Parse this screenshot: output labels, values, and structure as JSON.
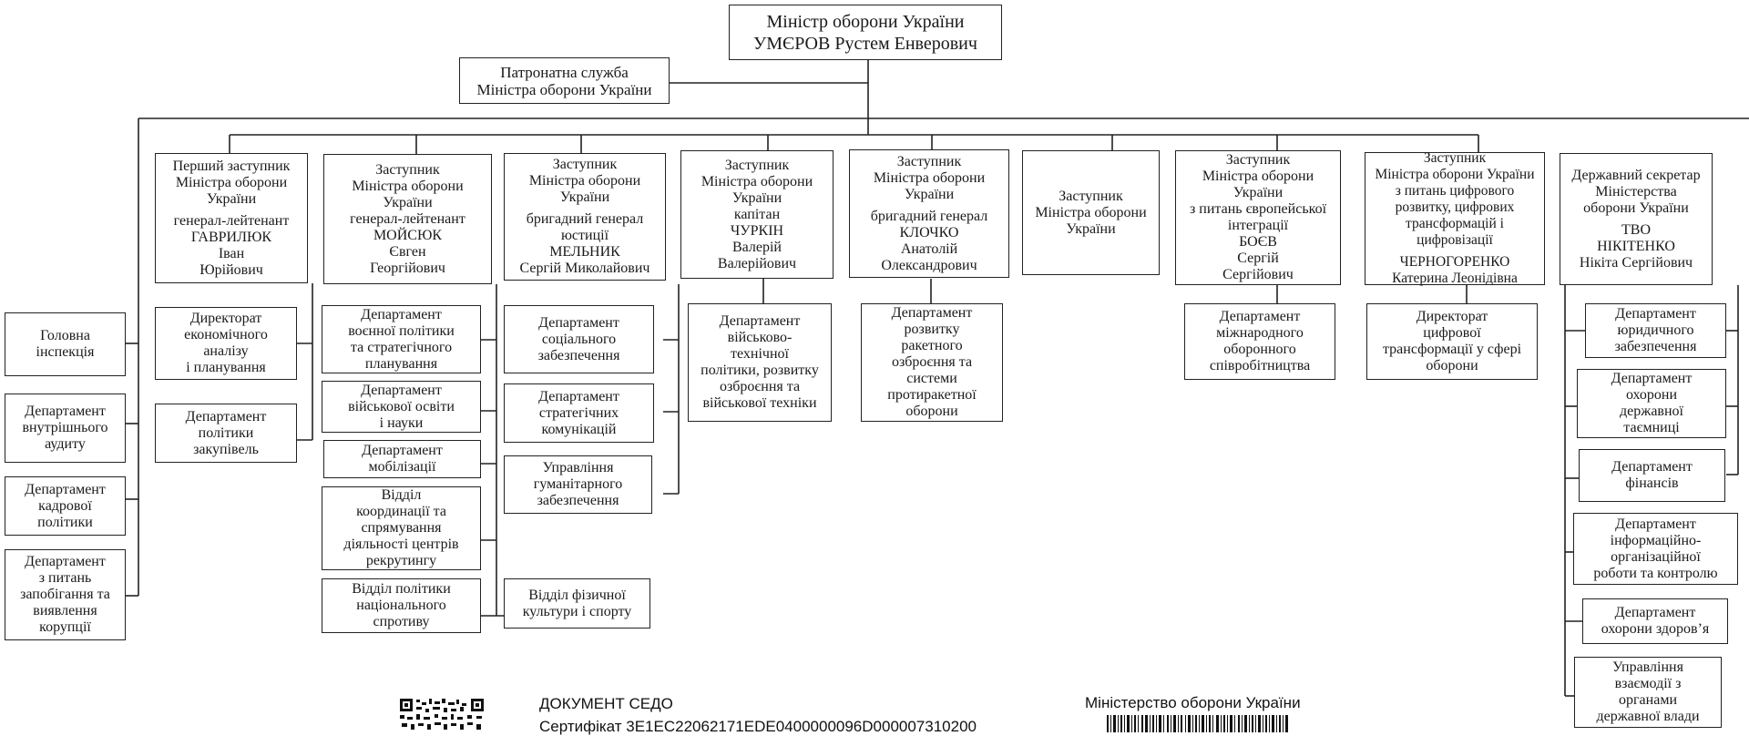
{
  "minister": {
    "lines": [
      "Міністр оборони України",
      "УМЄРОВ Рустем Енверович"
    ]
  },
  "patronage_service": {
    "lines": [
      "Патронатна служба",
      "Міністра оборони України"
    ]
  },
  "direct_units": [
    {
      "lines": [
        "Головна",
        "інспекція"
      ]
    },
    {
      "lines": [
        "Департамент",
        "внутрішнього",
        "аудиту"
      ]
    },
    {
      "lines": [
        "Департамент",
        "кадрової",
        "політики"
      ]
    },
    {
      "lines": [
        "Департамент",
        "з питань",
        "запобігання та",
        "виявлення",
        "корупції"
      ]
    }
  ],
  "deputies": [
    {
      "title": [
        "Перший заступник",
        "Міністра оборони",
        "України"
      ],
      "person": [
        "генерал-лейтенант",
        "ГАВРИЛЮК",
        "Іван",
        "Юрійович"
      ],
      "units": [
        {
          "lines": [
            "Директорат",
            "економічного",
            "аналізу",
            "і планування"
          ]
        },
        {
          "lines": [
            "Департамент",
            "політики",
            "закупівель"
          ]
        }
      ]
    },
    {
      "title": [
        "Заступник",
        "Міністра оборони",
        "України"
      ],
      "person": [
        "генерал-лейтенант",
        "МОЙСЮК",
        "Євген",
        "Георгійович"
      ],
      "units": [
        {
          "lines": [
            "Департамент",
            "воєнної політики",
            "та стратегічного",
            "планування"
          ]
        },
        {
          "lines": [
            "Департамент",
            "військової освіти",
            "і науки"
          ]
        },
        {
          "lines": [
            "Департамент",
            "мобілізації"
          ]
        },
        {
          "lines": [
            "Відділ",
            "координації та",
            "спрямування",
            "діяльності центрів",
            "рекрутингу"
          ]
        },
        {
          "lines": [
            "Відділ політики",
            "національного",
            "спротиву"
          ]
        },
        {
          "lines": [
            "Відділ фізичної",
            "культури і спорту"
          ]
        }
      ]
    },
    {
      "title": [
        "Заступник",
        "Міністра оборони",
        "України"
      ],
      "person": [
        "бригадний генерал",
        "юстиції",
        "МЕЛЬНИК",
        "Сергій Миколайович"
      ],
      "units": [
        {
          "lines": [
            "Департамент",
            "соціального",
            "забезпечення"
          ]
        },
        {
          "lines": [
            "Департамент",
            "стратегічних",
            "комунікацій"
          ]
        },
        {
          "lines": [
            "Управління",
            "гуманітарного",
            "забезпечення"
          ]
        }
      ]
    },
    {
      "title": [
        "Заступник",
        "Міністра оборони",
        "України"
      ],
      "person": [
        "капітан",
        "ЧУРКІН",
        "Валерій",
        "Валерійович"
      ],
      "units": [
        {
          "lines": [
            "Департамент",
            "військово-",
            "технічної",
            "політики, розвитку",
            "озброєння та",
            "військової техніки"
          ]
        }
      ]
    },
    {
      "title": [
        "Заступник",
        "Міністра оборони",
        "України"
      ],
      "person": [
        "бригадний генерал",
        "КЛОЧКО",
        "Анатолій",
        "Олександрович"
      ],
      "units": [
        {
          "lines": [
            "Департамент",
            "розвитку",
            "ракетного",
            "озброєння та",
            "системи",
            "протиракетної",
            "оборони"
          ]
        }
      ]
    },
    {
      "title": [
        "Заступник",
        "Міністра оборони",
        "України"
      ],
      "person": [],
      "units": []
    },
    {
      "title": [
        "Заступник",
        "Міністра оборони",
        "України",
        "з питань європейської",
        "інтеграції"
      ],
      "person": [
        "БОЄВ",
        "Сергій",
        "Сергійович"
      ],
      "units": [
        {
          "lines": [
            "Департамент",
            "міжнародного",
            "оборонного",
            "співробітництва"
          ]
        }
      ]
    },
    {
      "title": [
        "Заступник",
        "Міністра оборони України",
        "з питань цифрового",
        "розвитку, цифрових",
        "трансформацій і",
        "цифровізації"
      ],
      "person": [
        "ЧЕРНОГОРЕНКО",
        "Катерина Леонідівна"
      ],
      "units": [
        {
          "lines": [
            "Директорат",
            "цифрової",
            "трансформації у сфері",
            "оборони"
          ]
        }
      ]
    },
    {
      "title": [
        "Державний секретар",
        "Міністерства",
        "оборони України"
      ],
      "person": [
        "ТВО",
        "НІКІТЕНКО",
        "Нікіта Сергійович"
      ],
      "units": [
        {
          "lines": [
            "Департамент",
            "юридичного",
            "забезпечення"
          ]
        },
        {
          "lines": [
            "Департамент",
            "охорони",
            "державної",
            "таємниці"
          ]
        },
        {
          "lines": [
            "Департамент",
            "фінансів"
          ]
        },
        {
          "lines": [
            "Департамент",
            "інформаційно-",
            "організаційної",
            "роботи та контролю"
          ]
        },
        {
          "lines": [
            "Департамент",
            "охорони здоров’я"
          ]
        },
        {
          "lines": [
            "Управління",
            "взаємодії з",
            "органами",
            "державної влади"
          ]
        }
      ]
    }
  ],
  "footer": {
    "doc_label": "ДОКУМЕНТ СЕДО",
    "certificate": "Сертифікат 3E1EC22062171EDE0400000096D000007310200",
    "org_name": "Міністерство оборони України",
    "qr_icon": "qr-code-icon",
    "barcode_icon": "barcode-icon"
  }
}
